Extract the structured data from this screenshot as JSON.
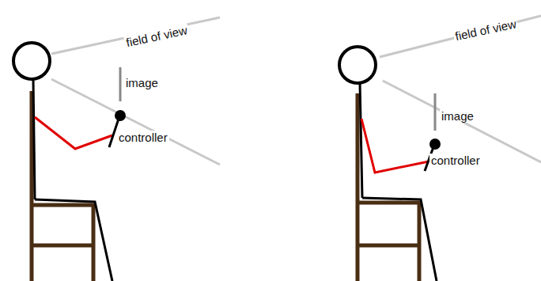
{
  "diagram": {
    "labels": [
      "field of view",
      "image",
      "controller",
      "field of view",
      "image",
      "controller"
    ]
  }
}
